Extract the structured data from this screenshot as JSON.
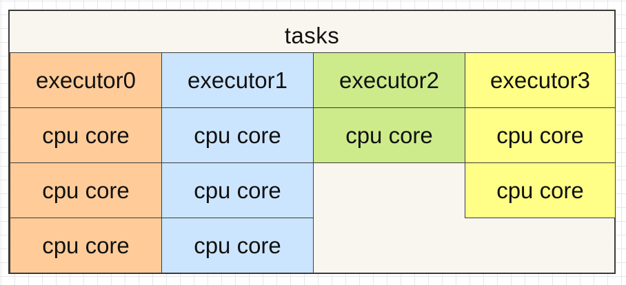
{
  "title": "tasks",
  "colors": {
    "background": "#f9f6ef",
    "border": "#3a3a3a"
  },
  "executors": [
    {
      "name": "executor0",
      "color": "#ffcc99",
      "cores": [
        "cpu core",
        "cpu core",
        "cpu core"
      ]
    },
    {
      "name": "executor1",
      "color": "#cce5ff",
      "cores": [
        "cpu core",
        "cpu core",
        "cpu core"
      ]
    },
    {
      "name": "executor2",
      "color": "#cdeb8b",
      "cores": [
        "cpu core"
      ]
    },
    {
      "name": "executor3",
      "color": "#ffff88",
      "cores": [
        "cpu core",
        "cpu core"
      ]
    }
  ]
}
